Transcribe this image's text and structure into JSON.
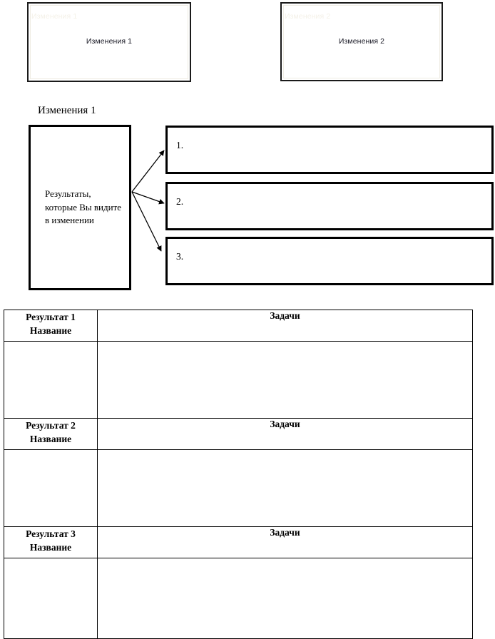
{
  "thumbnails": [
    {
      "label": "Изменения 1"
    },
    {
      "label": "Изменения 2"
    }
  ],
  "diagram": {
    "label": "Изменения 1",
    "source_box": "Результаты, которые Вы видите в изменении",
    "targets": [
      {
        "number": "1."
      },
      {
        "number": "2."
      },
      {
        "number": "3."
      }
    ]
  },
  "table": {
    "tasks_header": "Задачи",
    "sections": [
      {
        "result_label": "Результат 1",
        "name_label": "Название",
        "tasks_header": "Задачи",
        "body": ""
      },
      {
        "result_label": "Результат 2",
        "name_label": "Название",
        "tasks_header": "Задачи",
        "body": ""
      },
      {
        "result_label": "Результат 3",
        "name_label": "Название",
        "tasks_header": "Задачи",
        "body": ""
      }
    ]
  },
  "colors": {
    "border": "#000000",
    "thumb_border": "#1a1a1a",
    "thumb_shadow": "#f2efe6",
    "text": "#000000",
    "ghost_text": "#f4f1e8",
    "background": "#ffffff"
  }
}
